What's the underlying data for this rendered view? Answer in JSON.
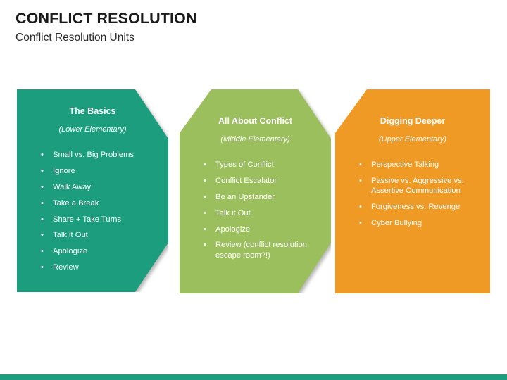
{
  "header": {
    "title": "CONFLICT RESOLUTION",
    "subtitle": "Conflict Resolution Units"
  },
  "colors": {
    "teal": "#1E9E7E",
    "green": "#9CBF5D",
    "orange": "#F09A28",
    "footer_bar": "#1E9E7E",
    "title_text": "#1a1a1a",
    "panel_text": "#ffffff",
    "shadow": "#b3b3b3"
  },
  "bullet_glyph": "•",
  "panels": [
    {
      "id": "panel1",
      "title": "The Basics",
      "subtitle": "(Lower Elementary)",
      "color": "#1E9E7E",
      "shape": "arrow",
      "items": [
        "Small vs. Big Problems",
        "Ignore",
        "Walk Away",
        "Take a Break",
        "Share + Take Turns",
        "Talk it Out",
        "Apologize",
        "Review"
      ]
    },
    {
      "id": "panel2",
      "title": "All About Conflict",
      "subtitle": "(Middle Elementary)",
      "color": "#9CBF5D",
      "shape": "arrow",
      "items": [
        "Types of Conflict",
        "Conflict Escalator",
        "Be an Upstander",
        "Talk it Out",
        "Apologize",
        "Review (conflict resolution escape room?!)"
      ]
    },
    {
      "id": "panel3",
      "title": "Digging Deeper",
      "subtitle": "(Upper Elementary)",
      "color": "#F09A28",
      "shape": "notched-rect",
      "items": [
        "Perspective Talking",
        "Passive vs. Aggressive vs. Assertive Communication",
        "Forgiveness vs. Revenge",
        "Cyber Bullying"
      ]
    }
  ]
}
